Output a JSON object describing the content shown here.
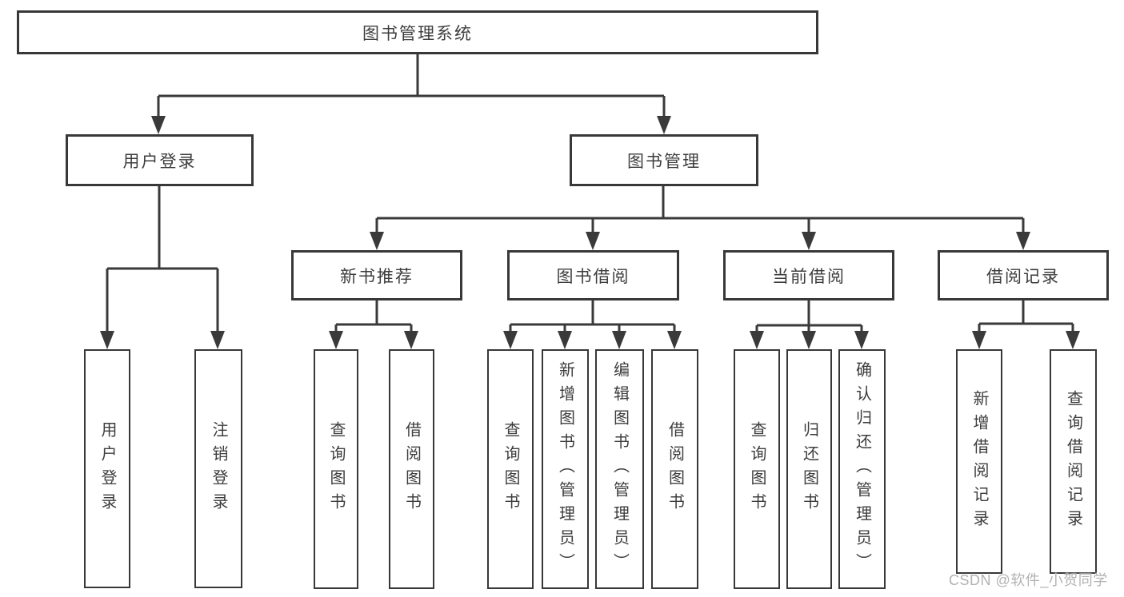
{
  "diagram": {
    "root": {
      "label": "图书管理系统"
    },
    "level2": [
      {
        "label": "用户登录"
      },
      {
        "label": "图书管理"
      }
    ],
    "level3": [
      {
        "label": "新书推荐"
      },
      {
        "label": "图书借阅"
      },
      {
        "label": "当前借阅"
      },
      {
        "label": "借阅记录"
      }
    ],
    "leaves": {
      "user_login": [
        "用户登录",
        "注销登录"
      ],
      "new_books": [
        "查询图书",
        "借阅图书"
      ],
      "book_borrow": [
        "查询图书",
        "新增图书（管理员）",
        "编辑图书（管理员）",
        "借阅图书"
      ],
      "current_borrow": [
        "查询图书",
        "归还图书",
        "确认归还（管理员）"
      ],
      "borrow_records": [
        "新增借阅记录",
        "查询借阅记录"
      ]
    }
  },
  "watermark": {
    "text": "CSDN @软件_小贺同学"
  },
  "colors": {
    "line": "#3a3a3a",
    "text": "#3d3d3d",
    "background": "#ffffff",
    "watermark": "#b2b2b2"
  }
}
